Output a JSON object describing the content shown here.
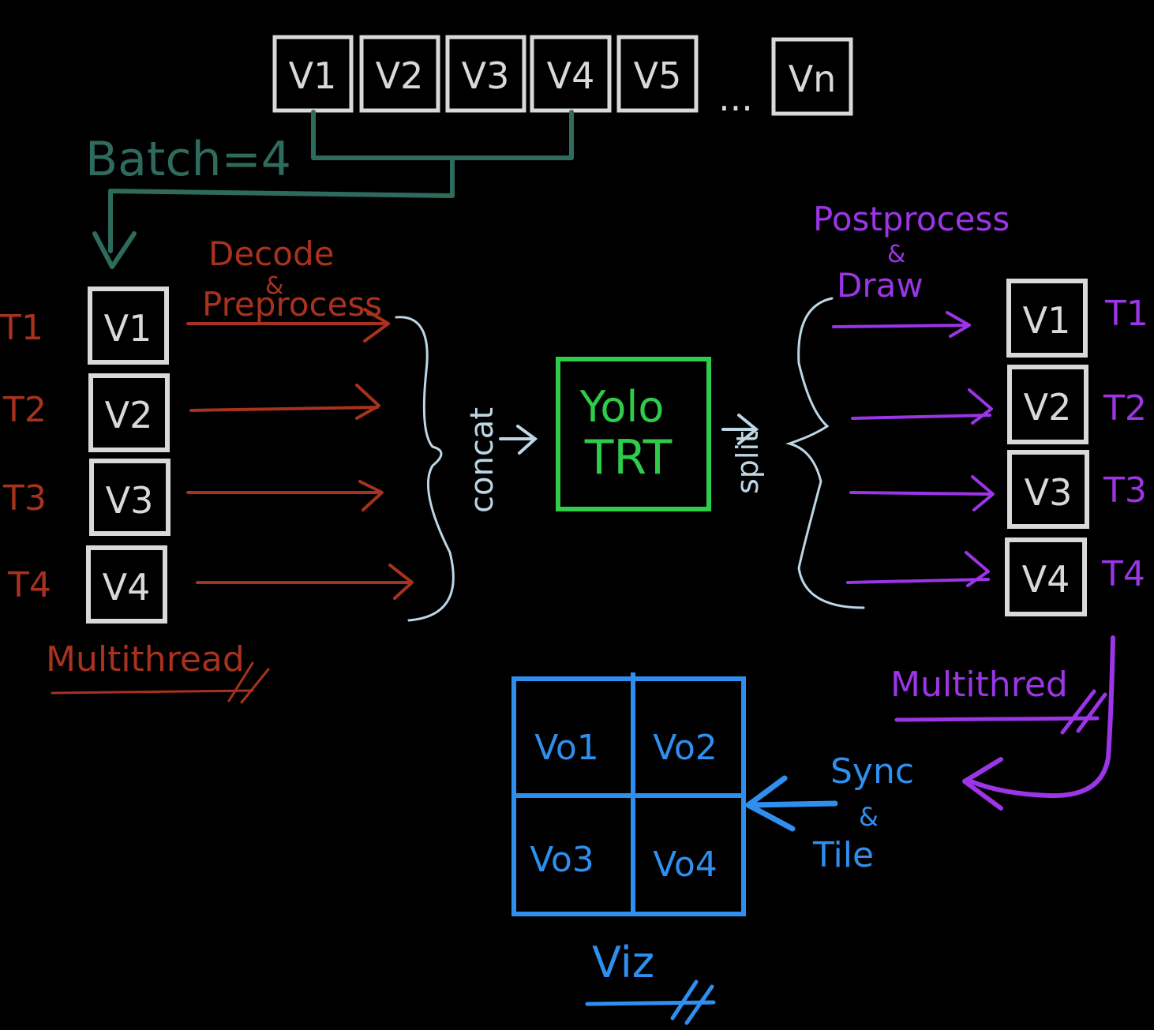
{
  "colors": {
    "background": "#000000",
    "frames": "#d9d9d9",
    "batch": "#2f6b5d",
    "preprocess": "#a8321f",
    "brace": "#bcd6e6",
    "model": "#2ecc4a",
    "postprocess": "#9b35e6",
    "viz": "#2f8fef"
  },
  "top_row": {
    "frames": [
      "V1",
      "V2",
      "V3",
      "V4",
      "V5"
    ],
    "ellipsis": "...",
    "last_frame": "Vn"
  },
  "batch_label": "Batch=4",
  "decode_label": {
    "line1": "Decode",
    "amp": "&",
    "line2": "Preprocess"
  },
  "input_threads": [
    "T1",
    "T2",
    "T3",
    "T4"
  ],
  "input_frames": [
    "V1",
    "V2",
    "V3",
    "V4"
  ],
  "input_multithread_label": "Multithread",
  "concat_label": "concat",
  "model": {
    "line1": "Yolo",
    "line2": "TRT"
  },
  "split_label": "split",
  "post_label": {
    "line1": "Postprocess",
    "amp": "&",
    "line2": "Draw"
  },
  "output_frames": [
    "V1",
    "V2",
    "V3",
    "V4"
  ],
  "output_threads": [
    "T1",
    "T2",
    "T3",
    "T4"
  ],
  "output_multithread_label": "Multithred",
  "sync_label": {
    "line1": "Sync",
    "amp": "&",
    "line2": "Tile"
  },
  "tile_cells": [
    "Vo1",
    "Vo2",
    "Vo3",
    "Vo4"
  ],
  "viz_label": "Viz"
}
